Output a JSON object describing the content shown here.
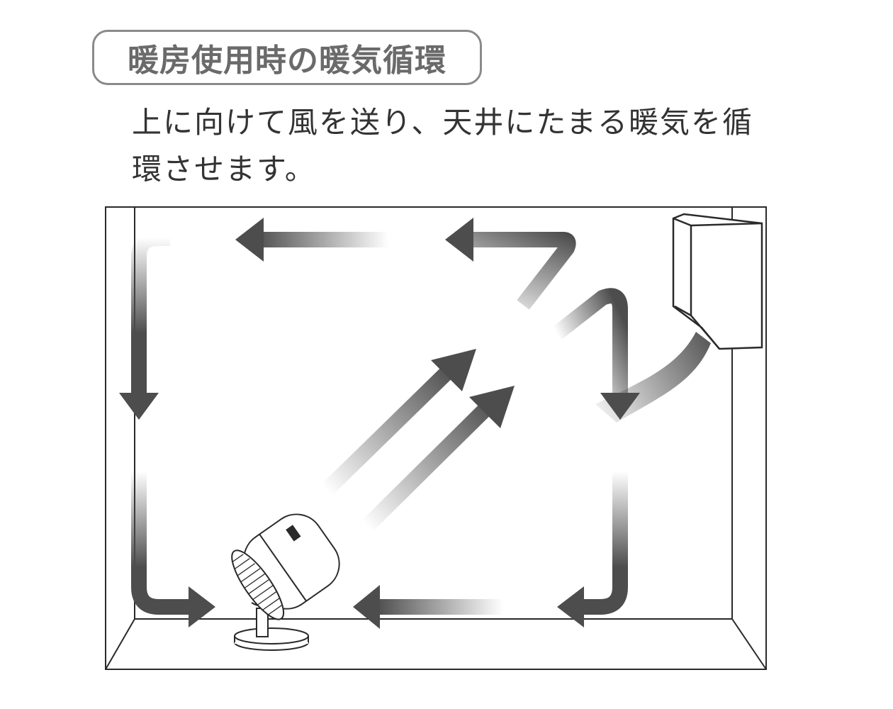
{
  "title": "暖房使用時の暖気循環",
  "description": {
    "line1": "上に向けて風を送り、天井にたまる暖気を循",
    "line2": "環させます。"
  },
  "colors": {
    "arrow": "#4d4d4d",
    "line": "#2a2a2a",
    "title_border": "#8a8a8a",
    "title_text": "#6a6a6a"
  },
  "icons": [
    "room-outline",
    "air-conditioner-icon",
    "circulator-fan-icon",
    "airflow-arrow"
  ]
}
